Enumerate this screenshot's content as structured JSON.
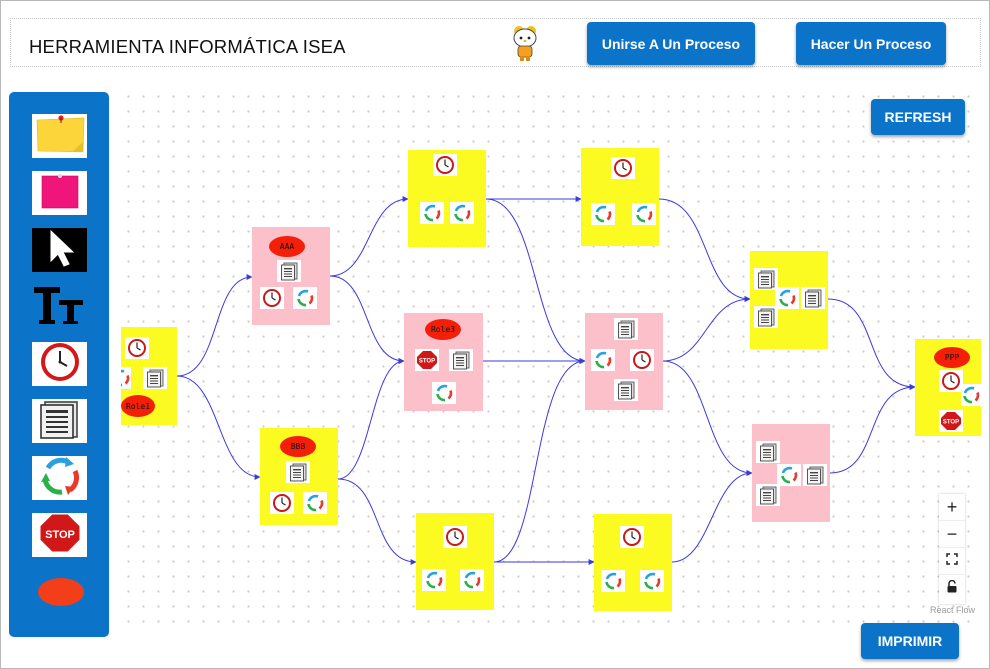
{
  "header": {
    "title": "HERRAMIENTA INFORMÁTICA ISEA",
    "join_label": "Unirse A Un Proceso",
    "make_label": "Hacer Un Proceso"
  },
  "toolbox": [
    {
      "name": "sticky-note-yellow-icon"
    },
    {
      "name": "sticky-note-pink-icon"
    },
    {
      "name": "cursor-arrow-icon"
    },
    {
      "name": "text-tool-icon"
    },
    {
      "name": "clock-icon"
    },
    {
      "name": "document-icon"
    },
    {
      "name": "cycle-arrows-icon"
    },
    {
      "name": "stop-sign-icon"
    },
    {
      "name": "red-ellipse-icon"
    }
  ],
  "stop_text": "STOP",
  "ellipse_labels": {
    "role1": "Role1",
    "aaa": "AAA",
    "bbb": "BBB",
    "role3": "Role3",
    "ppp": "PPP"
  },
  "buttons": {
    "refresh": "REFRESH",
    "print": "IMPRIMIR"
  },
  "flow_controls": {
    "zoom_in": "+",
    "zoom_out": "−",
    "attribution": "React Flow"
  },
  "colors": {
    "primary": "#0b74c8",
    "node_yellow": "#fbfb21",
    "node_pink": "#fcc0cb",
    "ellipse_red": "#f31f08",
    "edge_blue": "#3b3bdd"
  }
}
